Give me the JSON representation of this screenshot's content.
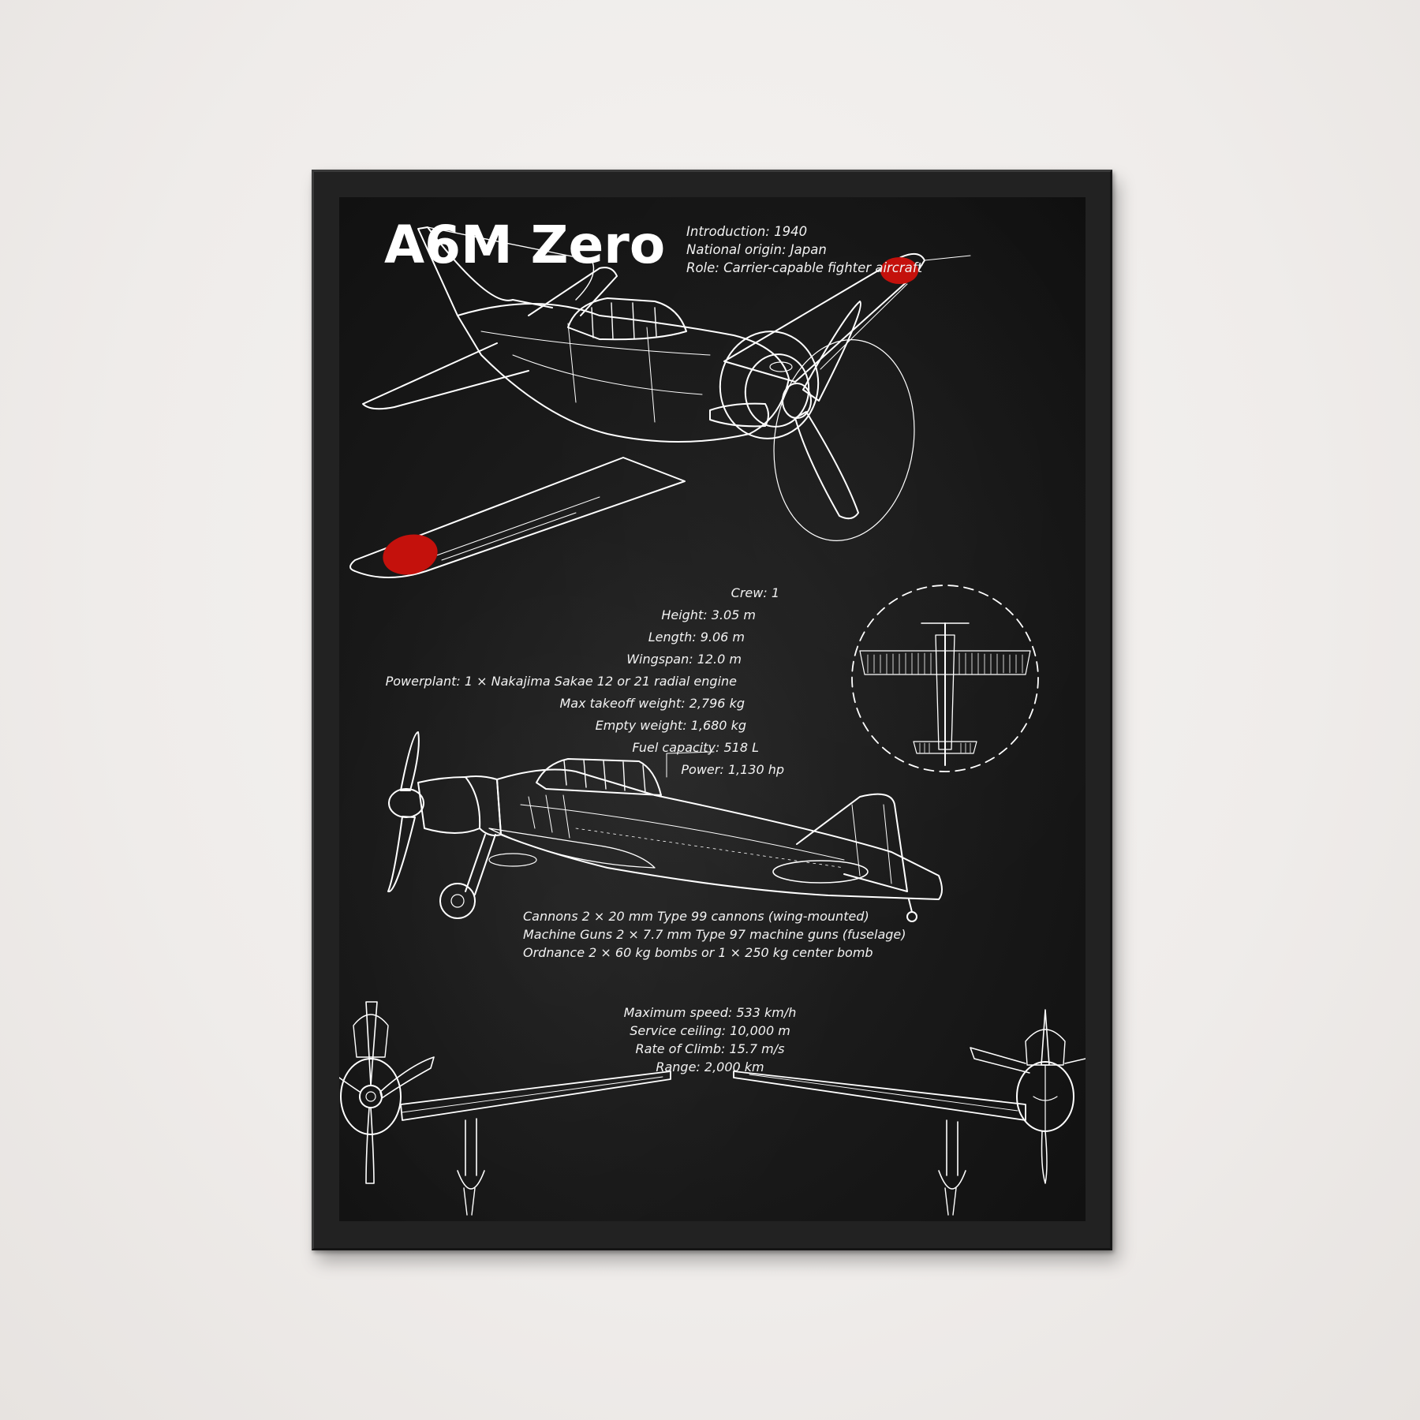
{
  "poster": {
    "title": "A6M Zero",
    "intro_lines": [
      "Introduction: 1940",
      "National origin: Japan",
      "Role: Carrier-capable fighter aircraft"
    ],
    "specs": [
      "Crew: 1",
      "Height: 3.05 m",
      "Length: 9.06 m",
      "Wingspan: 12.0 m",
      "Powerplant: 1 × Nakajima Sakae 12 or 21 radial engine",
      "Max takeoff weight: 2,796 kg",
      "Empty weight: 1,680 kg",
      "Fuel capacity: 518 L",
      "Power: 1,130 hp"
    ],
    "armament": [
      "Cannons 2 × 20 mm Type 99 cannons (wing-mounted)",
      "Machine Guns 2 × 7.7 mm Type 97 machine guns (fuselage)",
      "Ordnance 2 × 60 kg bombs or 1 × 250 kg center bomb"
    ],
    "performance": [
      "Maximum speed: 533 km/h",
      "Service ceiling: 10,000 m",
      "Rate of Climb: 15.7 m/s",
      "Range: 2,000 km"
    ]
  },
  "colors": {
    "wall": "#efecea",
    "frame": "#222222",
    "poster_background": "#151515",
    "line_art": "#ffffff",
    "roundel_red": "#c4110c"
  },
  "illustrations": [
    "aircraft-perspective-view",
    "aircraft-top-view-circle",
    "aircraft-side-view",
    "aircraft-front-view-left-half",
    "aircraft-front-view-right-half"
  ]
}
